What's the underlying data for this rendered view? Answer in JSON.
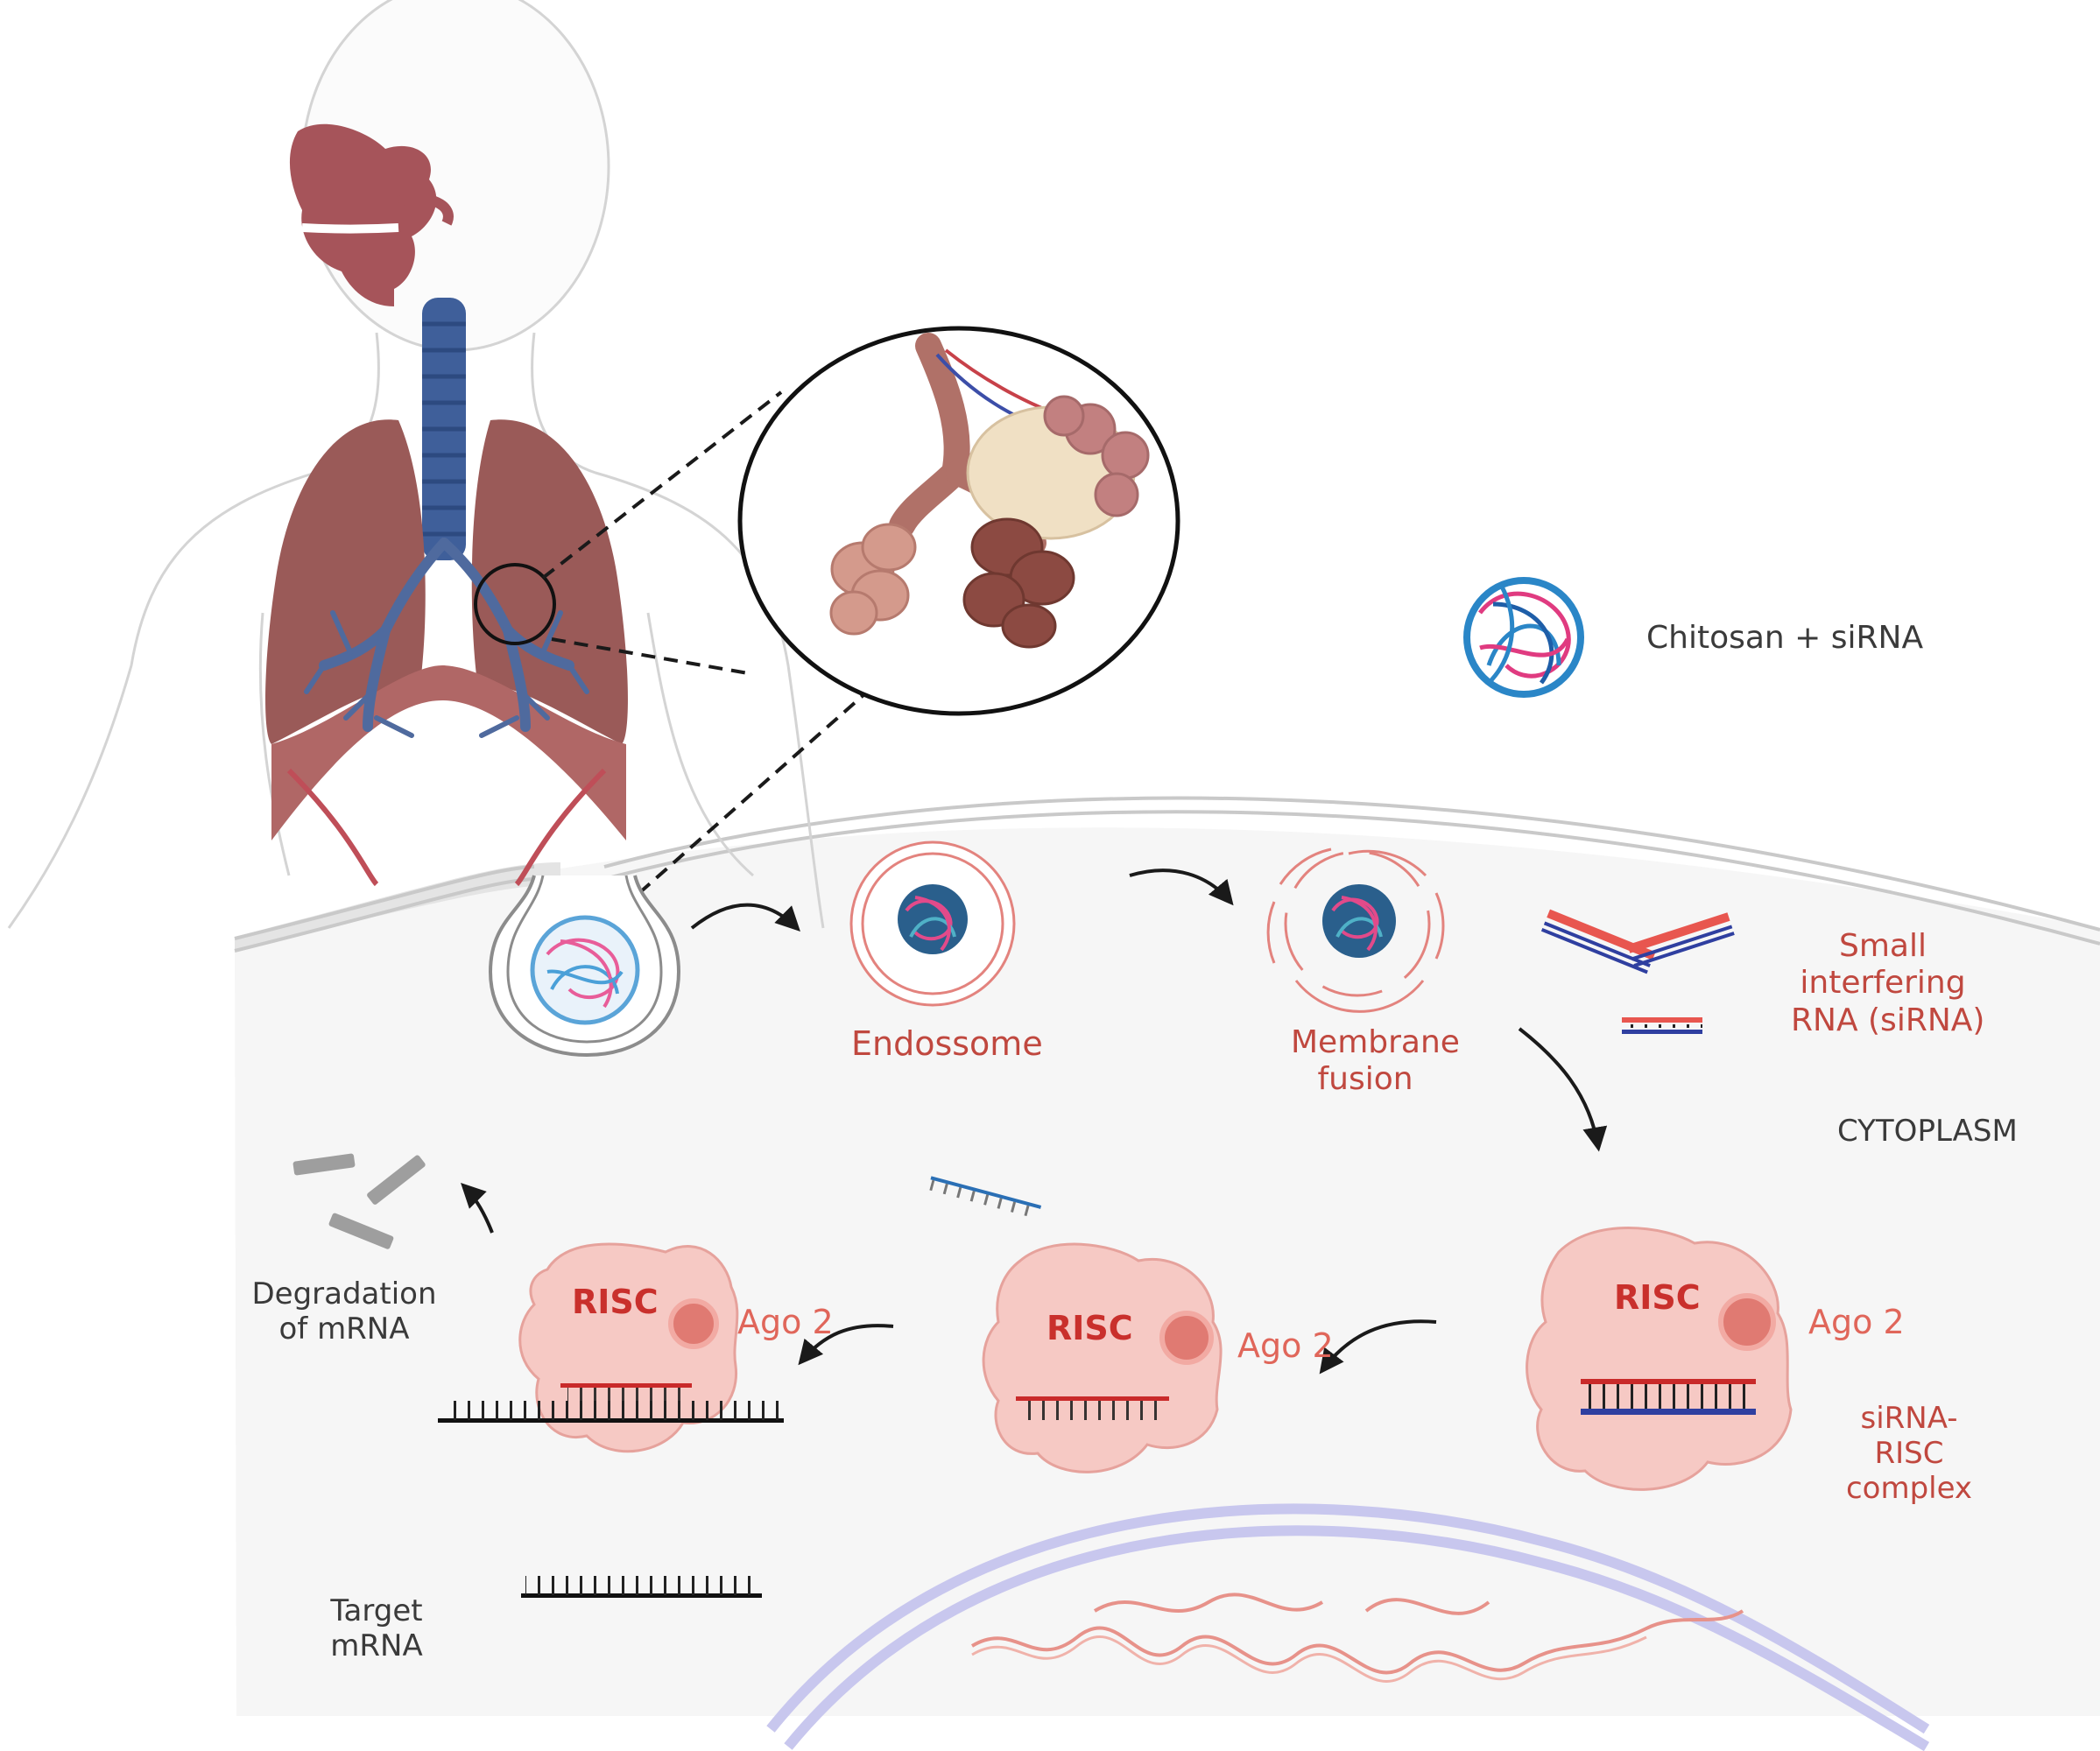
{
  "labels": {
    "chitosan": "Chitosan + siRNA",
    "endosome": "Endossome",
    "membrane_fusion_1": "Membrane",
    "membrane_fusion_2": "fusion",
    "sirna_1": "Small",
    "sirna_2": "interfering",
    "sirna_3": "RNA (siRNA)",
    "cytoplasm": "CYTOPLASM",
    "degradation_1": "Degradation",
    "degradation_2": "of mRNA",
    "target_1": "Target",
    "target_2": "mRNA",
    "risc_left": "RISC",
    "risc_mid": "RISC",
    "risc_right": "RISC",
    "ago_left": "Ago 2",
    "ago_mid": "Ago 2",
    "ago_right": "Ago 2",
    "complex_1": "siRNA-",
    "complex_2": "RISC",
    "complex_3": "complex"
  },
  "colors": {
    "tissue": "#a85a5a",
    "lung": "#9a5a58",
    "airway_blue": "#3f5f9a",
    "risc_fill": "#f6c9c4",
    "risc_stroke": "#e6a29c",
    "label_red": "#c0483f",
    "membrane_grey": "#d0d0d0",
    "nucleus_purple": "#b9b8ea"
  }
}
